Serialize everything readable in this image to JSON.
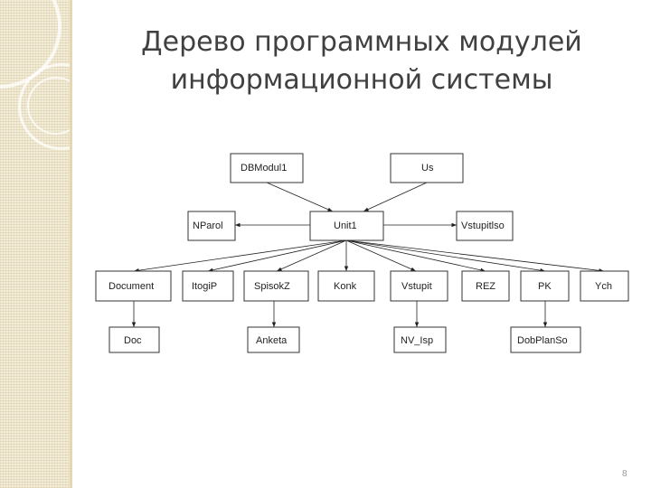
{
  "slide": {
    "title_line1": "Дерево программных модулей",
    "title_line2": "информационной системы",
    "page_number": "8"
  },
  "diagram": {
    "nodes": {
      "dbmodul1": "DBModul1",
      "us": "Us",
      "nparol": "NParol",
      "unit1": "Unit1",
      "vstupitlso": "Vstupitlso",
      "document": "Document",
      "itogip": "ItogiP",
      "spisokz": "SpisokZ",
      "konk": "Konk",
      "vstupit": "Vstupit",
      "rez": "REZ",
      "pk": "PK",
      "ych": "Ych",
      "doc": "Doc",
      "anketa": "Anketa",
      "nv_isp": "NV_Isp",
      "dobplanso": "DobPlanSo"
    }
  }
}
